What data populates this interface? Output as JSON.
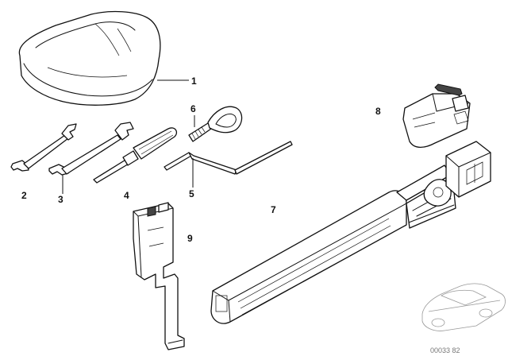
{
  "callouts": {
    "bag": "1",
    "spanner_small": "2",
    "spanner_large": "3",
    "screwdriver": "4",
    "hex_key": "5",
    "towing_eye": "6",
    "warning_triangle": "7",
    "first_aid_holder": "8",
    "holder_bracket": "9"
  },
  "diagram_code": "00033 82"
}
